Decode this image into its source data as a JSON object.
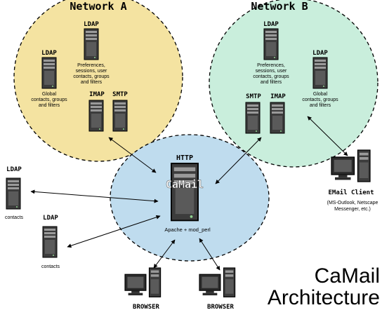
{
  "networks": {
    "a": {
      "title": "Network A",
      "fill": "#f4e3a1"
    },
    "b": {
      "title": "Network B",
      "fill": "#c9eedc"
    },
    "center": {
      "fill": "#bfdcee"
    }
  },
  "network_a": {
    "ldap_prefs": {
      "label": "LDAP",
      "desc": [
        "Preferences,",
        "sessions, user",
        "contacts, groups",
        "and filters"
      ]
    },
    "ldap_global": {
      "label": "LDAP",
      "desc": [
        "Global",
        "contacts, groups",
        "and filters"
      ]
    },
    "imap": {
      "label": "IMAP"
    },
    "smtp": {
      "label": "SMTP"
    }
  },
  "network_b": {
    "ldap_prefs": {
      "label": "LDAP",
      "desc": [
        "Preferences,",
        "sessions, user",
        "contacts, groups",
        "and filters"
      ]
    },
    "ldap_global": {
      "label": "LDAP",
      "desc": [
        "Global",
        "contacts, groups",
        "and filters"
      ]
    },
    "smtp": {
      "label": "SMTP"
    },
    "imap": {
      "label": "IMAP"
    }
  },
  "center": {
    "http_label": "HTTP",
    "camail_label": "CaMail",
    "server_caption": "Apache + mod_perl"
  },
  "left_ldap_1": {
    "label": "LDAP",
    "caption": "contacts"
  },
  "left_ldap_2": {
    "label": "LDAP",
    "caption": "contacts"
  },
  "email_client": {
    "label": "EMail Client",
    "desc": [
      "(MS-Outlook, Netscape",
      "Messenger, etc.)"
    ]
  },
  "browsers": [
    "BROWSER",
    "BROWSER"
  ],
  "title": {
    "line1": "CaMail",
    "line2": "Architecture"
  }
}
